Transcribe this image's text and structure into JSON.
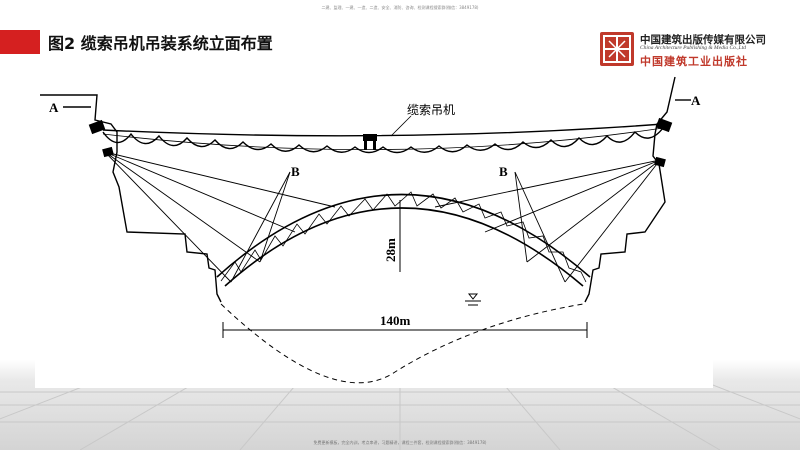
{
  "header": {
    "top_note": "二建、监理、一建、一造、二造、安全、消防、咨询、检测课程搜索群(微信：3849178)",
    "title": "图2 缆索吊机吊装系统立面布置"
  },
  "logo": {
    "name_cn": "中国建筑出版传媒有限公司",
    "name_en": "China Architecture Publishing & Media Co.,Ltd",
    "sub_cn": "中国建筑工业出版社",
    "colors": {
      "red": "#c0392b"
    }
  },
  "diagram": {
    "label_A_left": "A",
    "label_A_right": "A",
    "label_B_left": "B",
    "label_B_right": "B",
    "crane_label": "缆索吊机",
    "rise_label": "28m",
    "span_label": "140m"
  },
  "footer": {
    "bottom_note": "免费更新模板，完全内训，考点串讲，习题精讲，课程三件套，检测课程搜索群(微信：3849178)"
  },
  "colors": {
    "accent": "#d52020"
  }
}
